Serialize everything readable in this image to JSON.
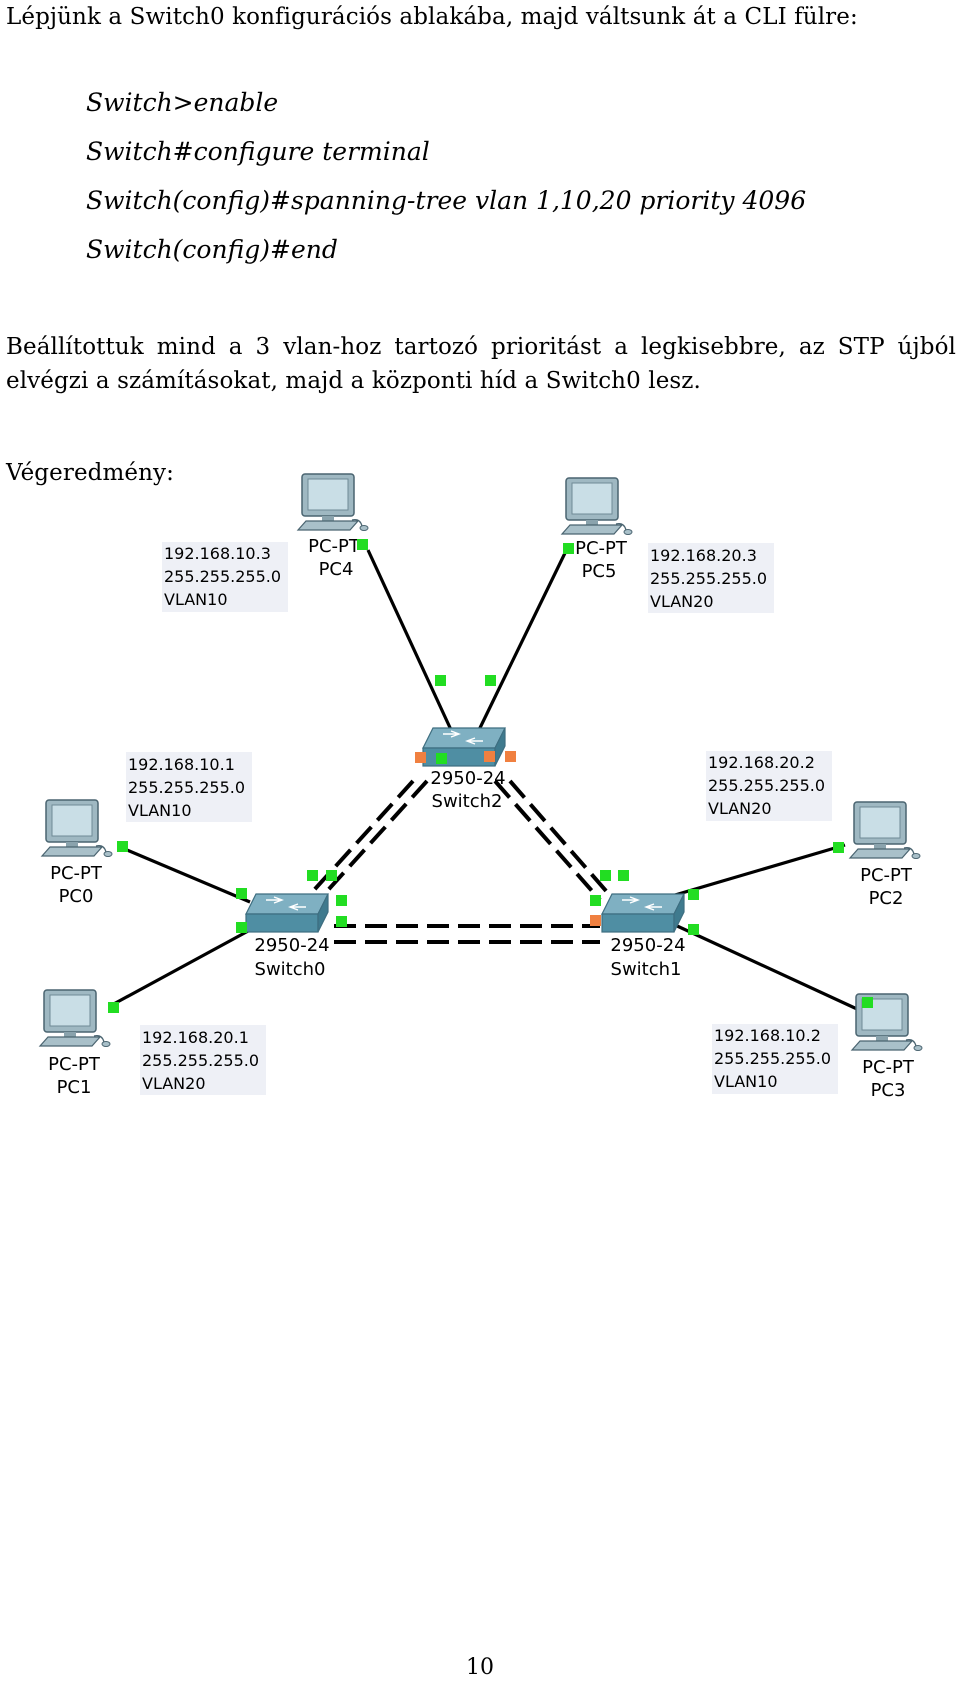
{
  "intro_text": "Lépjünk a Switch0 konfigurációs ablakába, majd váltsunk át a CLI fülre:",
  "commands": [
    "Switch>enable",
    "Switch#configure terminal",
    "Switch(config)#spanning-tree vlan 1,10,20 priority 4096",
    "Switch(config)#end"
  ],
  "explanation": "Beállítottuk mind a 3 vlan-hoz tartozó prioritást a legkisebbre, az STP újból elvégzi a számításokat, majd a központi híd a Switch0 lesz.",
  "result_label": "Végeredmény:",
  "diagram": {
    "switches": [
      {
        "model": "2950-24",
        "name": "Switch0"
      },
      {
        "model": "2950-24",
        "name": "Switch1"
      },
      {
        "model": "2950-24",
        "name": "Switch2"
      }
    ],
    "pcs": [
      {
        "type": "PC-PT",
        "name": "PC0",
        "ip": "192.168.10.1",
        "mask": "255.255.255.0",
        "vlan": "VLAN10"
      },
      {
        "type": "PC-PT",
        "name": "PC1",
        "ip": "192.168.20.1",
        "mask": "255.255.255.0",
        "vlan": "VLAN20"
      },
      {
        "type": "PC-PT",
        "name": "PC2",
        "ip": "192.168.20.2",
        "mask": "255.255.255.0",
        "vlan": "VLAN20"
      },
      {
        "type": "PC-PT",
        "name": "PC3",
        "ip": "192.168.10.2",
        "mask": "255.255.255.0",
        "vlan": "VLAN10"
      },
      {
        "type": "PC-PT",
        "name": "PC4",
        "ip": "192.168.10.3",
        "mask": "255.255.255.0",
        "vlan": "VLAN10"
      },
      {
        "type": "PC-PT",
        "name": "PC5",
        "ip": "192.168.20.3",
        "mask": "255.255.255.0",
        "vlan": "VLAN20"
      }
    ],
    "colors": {
      "link_up": "#22dd22",
      "link_blocked": "#f08040",
      "switch_body": "#4f8ea3",
      "pc_screen": "#b7d4df"
    }
  },
  "page_number": "10"
}
